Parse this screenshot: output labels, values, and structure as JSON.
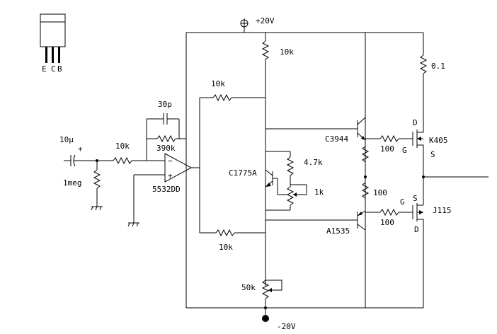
{
  "colors": {
    "ink": "#000000",
    "paper": "#ffffff"
  },
  "package": {
    "pins": [
      "E",
      "C",
      "B"
    ]
  },
  "rails": {
    "positive": "+20V",
    "negative": "-20V"
  },
  "input": {
    "capacitor": "10μ",
    "capacitor_polarity": "+",
    "series_resistor": "10k",
    "shunt_resistor": "1meg"
  },
  "opamp": {
    "part": "5532DD",
    "minus": "−",
    "plus": "+",
    "feedback_cap": "30p",
    "feedback_resistor": "390k"
  },
  "vas": {
    "top_load": "10k",
    "upper_feed": "10k",
    "lower_feed": "10k",
    "tail_pot": "50k"
  },
  "bias": {
    "transistor": "C1775A",
    "resistor": "4.7k",
    "trimmer": "1k"
  },
  "drivers": {
    "npn": "C3944",
    "pnp": "A1535",
    "link_resistor": "100",
    "gate_resistor_top": "100",
    "gate_resistor_bottom": "100"
  },
  "output": {
    "top_fet": "K405",
    "bottom_fet": "J115",
    "source_resistor": "0.1",
    "gate_label": "G",
    "drain_label": "D",
    "source_label": "S"
  }
}
